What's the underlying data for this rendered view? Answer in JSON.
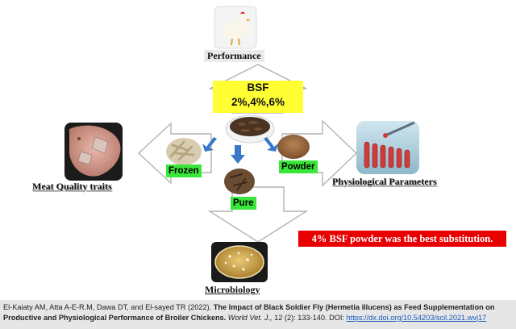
{
  "center": {
    "label_line1": "BSF",
    "label_line2": "2%,4%,6%"
  },
  "nodes": {
    "top": "Performance",
    "left": "Meat Quality traits",
    "right": "Physiological Parameters",
    "bottom": "Microbiology"
  },
  "forms": {
    "frozen": "Frozen",
    "pure": "Pure",
    "powder": "Powder"
  },
  "highlight": "4% BSF powder was the best substitution.",
  "citation": {
    "authors": "El-Kaiaty AM, Atta A-E-R.M, Dawa DT, and El-sayed TR (2022).",
    "title": "The Impact of Black Soldier Fly (Hermetia illucens) as Feed Supplementation on Productive and Physiological Performance of Broiler Chickens.",
    "journal": "World Vet. J.,",
    "volume": "12 (2): 133-140. DOI:",
    "doi": "https://dx.doi.org/10.54203/scil.2021.wvj17"
  },
  "colors": {
    "bsf_box": "#ffff33",
    "form_tag": "#39e639",
    "highlight": "#e80000",
    "arrow_blue": "#3a78c8"
  },
  "icons": [
    "chicken-icon",
    "meat-icon",
    "blood-tubes-icon",
    "petri-dish-icon",
    "larvae-bowl-icon",
    "frozen-larvae-icon",
    "pure-larvae-icon",
    "powder-icon"
  ]
}
